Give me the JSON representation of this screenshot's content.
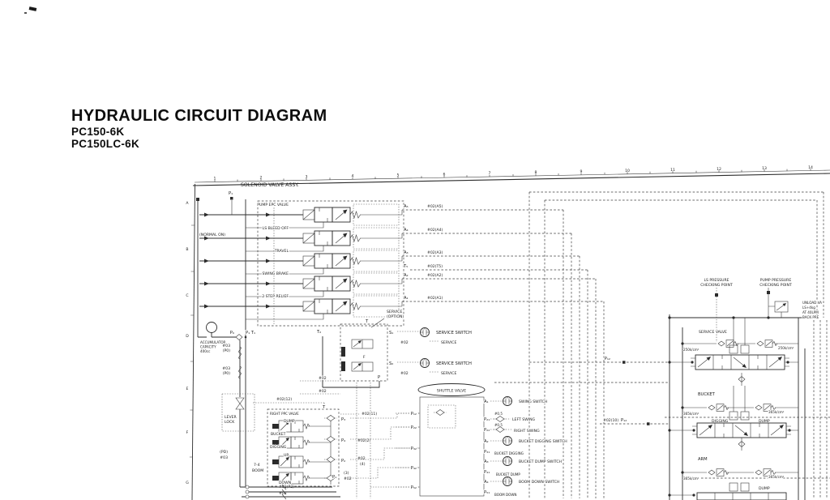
{
  "page": {
    "title": "HYDRAULIC CIRCUIT DIAGRAM",
    "model1": "PC150-6K",
    "model2": "PC150LC-6K"
  },
  "ruler": {
    "numbers": [
      "1",
      "2",
      "3",
      "4",
      "5",
      "6",
      "7",
      "8",
      "9",
      "10",
      "11",
      "12",
      "13",
      "14"
    ]
  },
  "grid": {
    "letters": [
      "A",
      "B",
      "C",
      "D",
      "E",
      "F",
      "G"
    ]
  },
  "solenoid": {
    "assy": "SOLENOID VALVE ASSY.",
    "p1": "P₁",
    "normal_on": "(NORMAL ON)",
    "valves": [
      {
        "name": "PUMP EPC VALVE",
        "port": "A₅",
        "tag": "#02(A5)"
      },
      {
        "name": "LS BLEED OFF",
        "port": "A₄",
        "tag": "#02(A4)"
      },
      {
        "name": "TRAVEL",
        "port": "A₃",
        "tag": "#02(A3)"
      },
      {
        "name": "SWING BRAKE",
        "port": "A₂",
        "tag": "#02(A2)"
      },
      {
        "name": "2 STEP RELIEF",
        "port": "A₁",
        "tag": "#02(A1)"
      }
    ],
    "t_port": "T₅",
    "t_tag": "#02(T5)"
  },
  "accumulator": {
    "line1": "ACCUMULATOR",
    "line2": "CAPACITY",
    "line3": "400cc",
    "p0": "P₀",
    "pt": "P₁ T₁",
    "t0": "T₀",
    "tag": "#03",
    "tag_sub": "(P0)"
  },
  "lever_lock": {
    "line1": "LEVER",
    "line2": "LOCK",
    "pd": "(PD)",
    "tag": "#03"
  },
  "service": {
    "opt1": "SERVICE",
    "opt2": "(OPTION)",
    "t": "T",
    "s1": "S₁",
    "s2": "S₂",
    "f": "F",
    "p": "P",
    "tag": "#02",
    "switch_label": "SERVICE SWITCH",
    "switch_sub": "SERVICE"
  },
  "tags": {
    "t02": "#02",
    "t02_12": "#02(12)",
    "t02_11": "#02(11)",
    "t02_2": "#02(2)",
    "t4": "(4)",
    "t3": "(3)",
    "t02_p2": "#02(P2)"
  },
  "ppc": {
    "title": "RIGHT PPC VALVE",
    "dump": "DUMP",
    "bucket": "BUCKET",
    "digging": "DIGGING",
    "up": "UP",
    "sec": "7-4",
    "boom": "BOOM",
    "down": "DOWN",
    "t": "T",
    "p3": "P₃",
    "p4": "P₄",
    "p2": "P₂",
    "p1": "P₁"
  },
  "shuttle": {
    "title": "SHUTTLE VALVE",
    "left_ports": [
      "P₁₂",
      "P₂₂",
      "P₃₂",
      "P₄₂",
      "P₅₂"
    ],
    "a1": "A₁",
    "swing_switch": "SWING SWITCH",
    "p21": "P₂₁",
    "left_swing": "LEFT SWING",
    "orifice": "#0.5",
    "p22": "P₂₂",
    "right_swing": "RIGHT SWING",
    "a2": "A₂",
    "bucket_digging_switch": "BUCKET DIGGING SWITCH",
    "p31": "P₃₁",
    "bucket_digging": "BUCKET DIGGING",
    "a3": "A₃",
    "bucket_dump_switch": "BUCKET DUMP SWITCH",
    "p41": "P₄₁",
    "bucket_dump": "BUCKET DUMP",
    "a4": "A₄",
    "boom_down_switch": "BOOM DOWN SWITCH",
    "p51": "P₅₁",
    "boom_down": "BOOM DOWN"
  },
  "bank": {
    "ls_check1": "LS PRESSURE",
    "ls_check2": "CHECKING POINT",
    "pump_check1": "PUMP PRESSURE",
    "pump_check2": "CHECKING POINT",
    "unload1": "UNLOAD VA",
    "unload2": "LS+4kg",
    "unload3": "AT 40LPM",
    "unload4": "BACK PRE",
    "service_valve": "SERVICE VALVE",
    "relief_250": "250k/cm²",
    "bucket": "BUCKET",
    "relief_365": "365k/cm²",
    "digging": "DIGGING",
    "dump": "DUMP",
    "arm": "ARM",
    "p12": "P₁₂",
    "p12_tag": "#02(10)"
  }
}
